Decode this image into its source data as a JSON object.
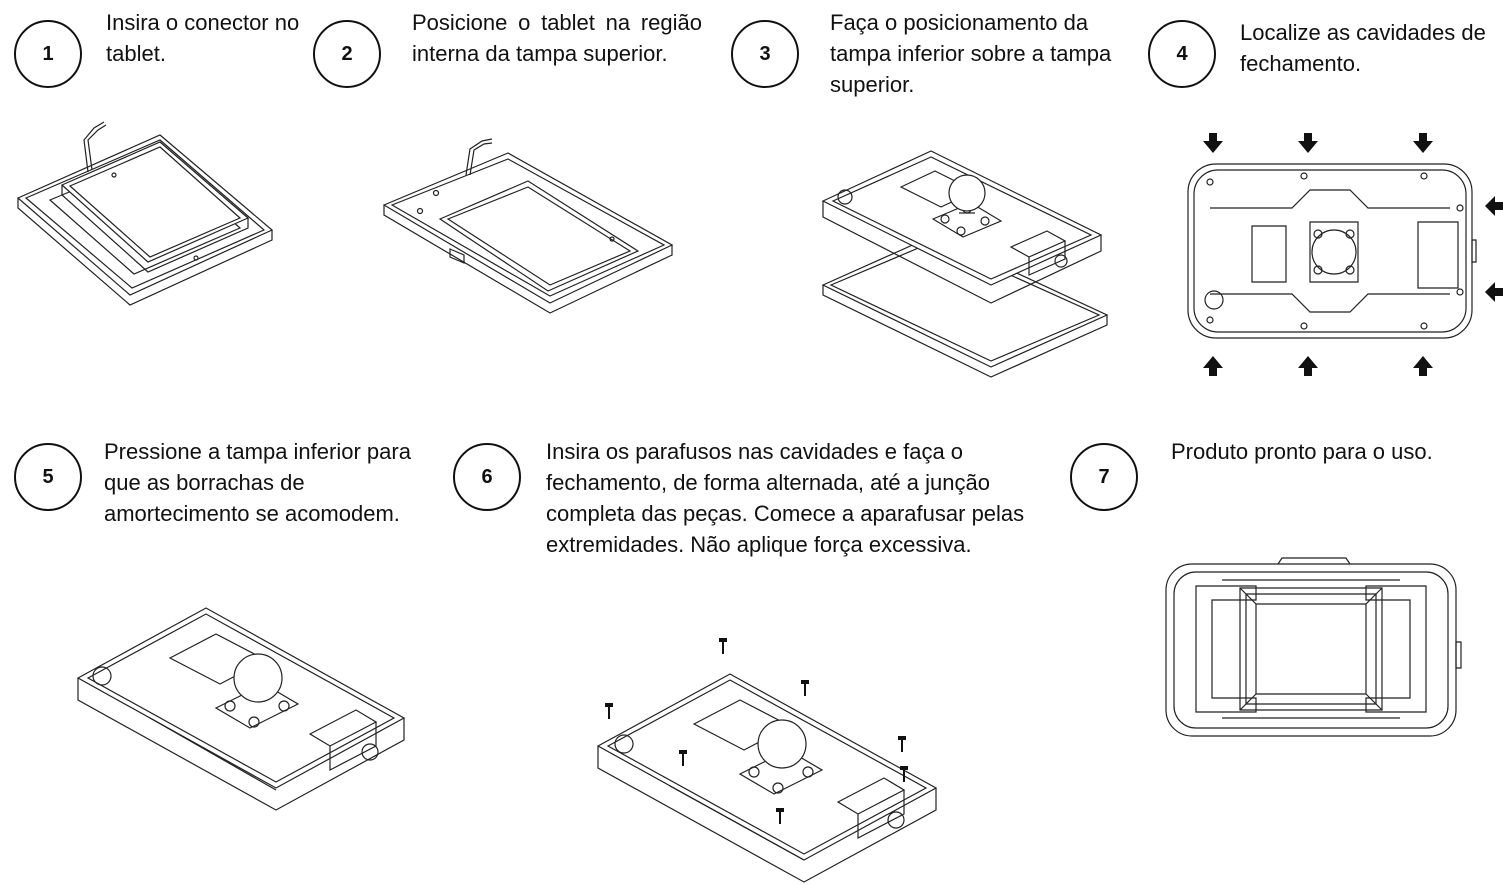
{
  "steps": [
    {
      "number": "1",
      "text": "Insira o conector no tablet."
    },
    {
      "number": "2",
      "text": "Posicione o tablet na região interna da tampa superior."
    },
    {
      "number": "3",
      "text": "Faça o posicionamento da tampa inferior sobre a tampa superior."
    },
    {
      "number": "4",
      "text": "Localize as cavidades de fechamento."
    },
    {
      "number": "5",
      "text": "Pressione a tampa inferior para que as borrachas de amortecimento se acomodem."
    },
    {
      "number": "6",
      "text": "Insira os parafusos nas cavidades e faça o fechamento, de forma alternada, até a junção completa das peças. Comece a aparafusar pelas extremidades. Não aplique força excessiva."
    },
    {
      "number": "7",
      "text": "Produto pronto para o uso."
    }
  ],
  "icons": [
    "arrow-down-icon",
    "arrow-up-icon",
    "arrow-left-icon",
    "screw-icon"
  ]
}
